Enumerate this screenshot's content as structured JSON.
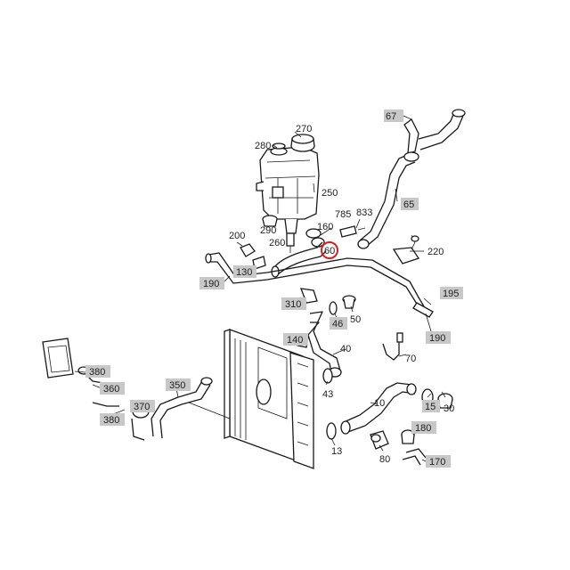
{
  "colors": {
    "highlight": "#d42020",
    "label_box": "#c8c8c8",
    "line": "#1a1a1a"
  },
  "labels": {
    "l67": "67",
    "l270": "270",
    "l280": "280",
    "l250": "250",
    "l785": "785",
    "l833": "833",
    "l160": "160",
    "l65": "65",
    "l200": "200",
    "l290": "290",
    "l260": "260",
    "l60": "60",
    "l220": "220",
    "l130": "130",
    "l190a": "190",
    "l195": "195",
    "l310": "310",
    "l46": "46",
    "l50": "50",
    "l190b": "190",
    "l140": "140",
    "l40": "40",
    "l70": "70",
    "l380a": "380",
    "l360": "360",
    "l350": "350",
    "l43": "43",
    "l15": "15",
    "l30": "30",
    "l370": "370",
    "l10": "10",
    "l380b": "380",
    "l180": "180",
    "l13": "13",
    "l80": "80",
    "l170": "170"
  }
}
